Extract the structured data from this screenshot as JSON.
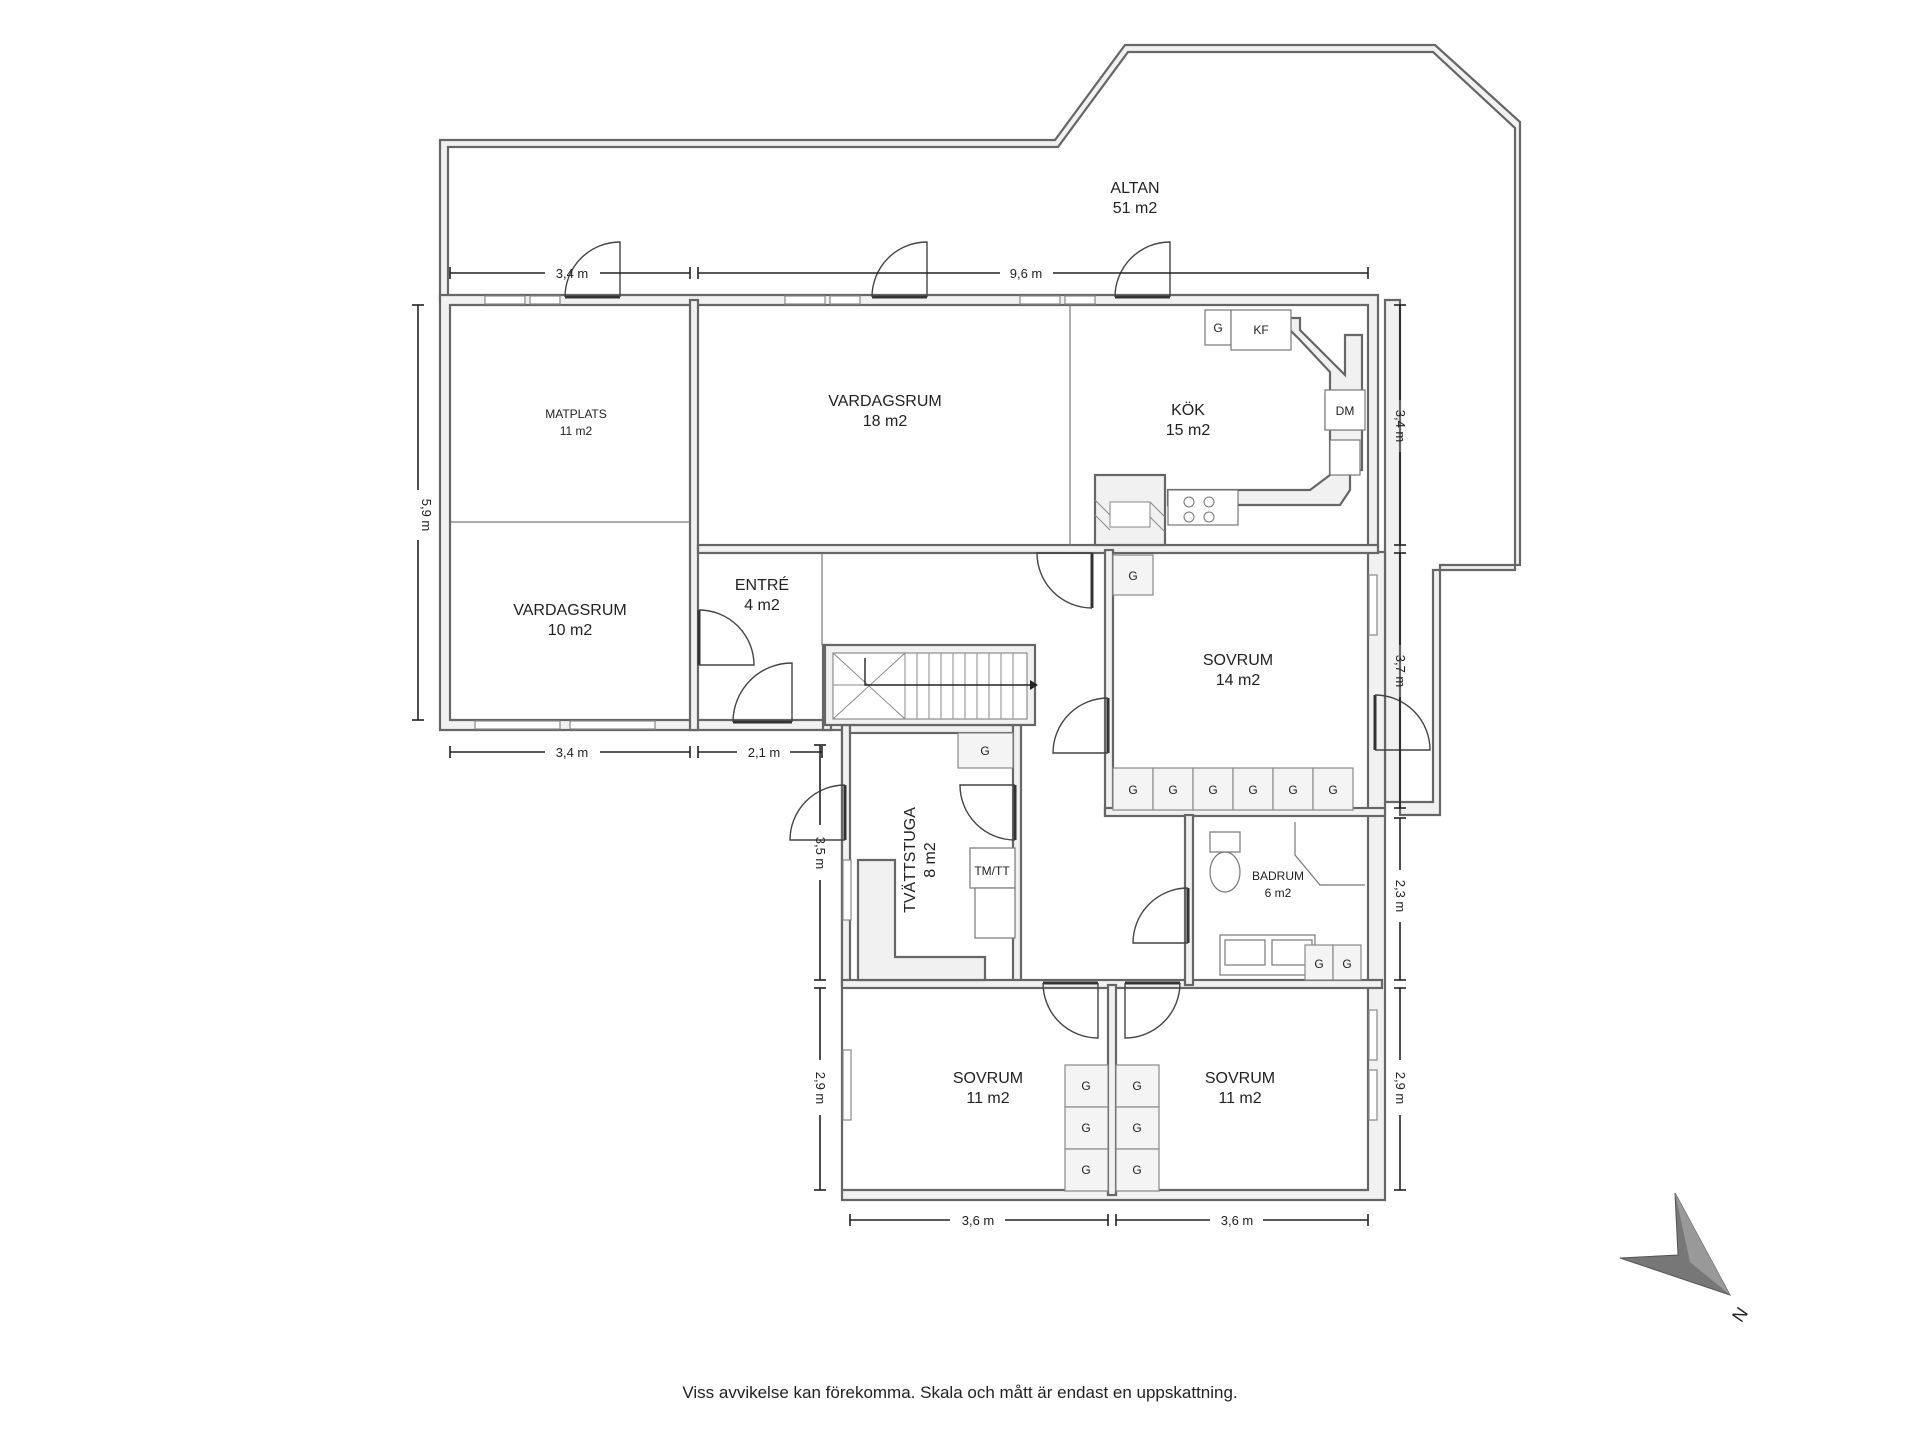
{
  "rooms": {
    "altan": {
      "name": "ALTAN",
      "area": "51 m2"
    },
    "matplats": {
      "name": "MATPLATS",
      "area": "11 m2"
    },
    "vardagsrum_large": {
      "name": "VARDAGSRUM",
      "area": "18 m2"
    },
    "kok": {
      "name": "KÖK",
      "area": "15 m2"
    },
    "vardagsrum_small": {
      "name": "VARDAGSRUM",
      "area": "10 m2"
    },
    "entre": {
      "name": "ENTRÉ",
      "area": "4 m2"
    },
    "sovrum_main": {
      "name": "SOVRUM",
      "area": "14 m2"
    },
    "tvattstuga": {
      "name": "TVÄTTSTUGA",
      "area": "8 m2"
    },
    "badrum": {
      "name": "BADRUM",
      "area": "6 m2"
    },
    "sovrum_left": {
      "name": "SOVRUM",
      "area": "11 m2"
    },
    "sovrum_right": {
      "name": "SOVRUM",
      "area": "11 m2"
    }
  },
  "dimensions": {
    "top_left": "3,4 m",
    "top_right": "9,6 m",
    "left_height": "5,9 m",
    "bottom_left": "3,4 m",
    "bottom_mid": "2,1 m",
    "right_kitchen": "3,4 m",
    "right_sovrum": "3,7 m",
    "right_badrum": "2,3 m",
    "right_lower": "2,9 m",
    "left_tvatt": "3,5 m",
    "left_lower": "2,9 m",
    "bottom_sov_left": "3,6 m",
    "bottom_sov_right": "3,6 m"
  },
  "fixtures": {
    "wardrobe": "G",
    "fridge_freezer": "KF",
    "dishwasher": "DM",
    "washer_dryer": "TM/TT"
  },
  "compass": {
    "north": "N"
  },
  "disclaimer": "Viss avvikelse kan förekomma. Skala och mått är endast en uppskattning."
}
